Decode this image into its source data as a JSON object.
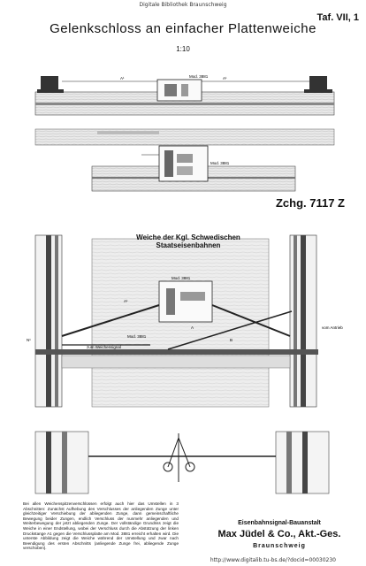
{
  "header": {
    "library": "Digitale Bibliothek Braunschweig"
  },
  "sheet": {
    "plate": "Taf. VII, 1",
    "title": "Gelenkschloss an einfacher Plattenweiche",
    "scale": "1:10",
    "drawing_number": "Zchg. 7117 Z"
  },
  "plan": {
    "title": "Weiche der Kgl. Schwedischen Staatseisenbahnen",
    "labels": {
      "mod_3881_top": "Mod. 3881",
      "mod_3881_mid": "Mod. 3881",
      "mod_3881_plan_a": "Mod. 3881",
      "mod_3881_plan_b": "Mod. 3881",
      "to_signal": "zum Weichensignal",
      "from_drive": "vom Antrieb",
      "a1_a": "A¹",
      "a1_b": "A¹",
      "a_a": "A",
      "a_b": "A",
      "b": "B",
      "n1": "N¹"
    }
  },
  "note": "Bei allen Weichenspitzenverschlüssen erfolgt auch hier das Umstellen in 3 Abschnitten: Zunächst Aufhebung des Verschlusses der anliegenden Zunge unter gleichzeitiger Verschiebung der abliegenden Zunge, dann gemeinschaftliche Bewegung beider Zungen, endlich Verschluss der nunmehr anliegenden und Weiterbewegung der jetzt abliegenden Zunge. Der vollständige Grundriss zeigt die Weiche in einer Endstellung, wobei der Verschluss durch die Abstützung der linken Druckstange A1 gegen die Verschlussplatte am Mod. 3881 erreicht erhalten wird. Die unterste Abbildung zeigt die Weiche während der Umstellung und zwar nach Beendigung des ersten Abschnitts (anliegende Zunge frei, abliegende Zunge verschoben).",
  "maker": {
    "line1": "Eisenbahnsignal-Bauanstalt",
    "line2": "Max Jüdel & Co., Akt.-Ges.",
    "line3": "Braunschweig"
  },
  "footer": {
    "url": "http://www.digitalib.tu-bs.de/?docid=00030230"
  }
}
